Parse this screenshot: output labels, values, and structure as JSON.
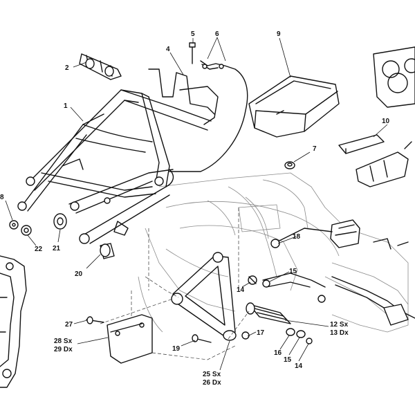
{
  "callouts": [
    {
      "id": "c1",
      "text": "1"
    },
    {
      "id": "c2",
      "text": "2"
    },
    {
      "id": "c4",
      "text": "4"
    },
    {
      "id": "c5",
      "text": "5"
    },
    {
      "id": "c6",
      "text": "6"
    },
    {
      "id": "c7",
      "text": "7"
    },
    {
      "id": "c8",
      "text": "8"
    },
    {
      "id": "c9",
      "text": "9"
    },
    {
      "id": "c10",
      "text": "10"
    },
    {
      "id": "c12",
      "text": "12 Sx"
    },
    {
      "id": "c13",
      "text": "13 Dx"
    },
    {
      "id": "c14a",
      "text": "14"
    },
    {
      "id": "c14b",
      "text": "14"
    },
    {
      "id": "c15a",
      "text": "15"
    },
    {
      "id": "c15b",
      "text": "15"
    },
    {
      "id": "c16",
      "text": "16"
    },
    {
      "id": "c17",
      "text": "17"
    },
    {
      "id": "c18",
      "text": "18"
    },
    {
      "id": "c19",
      "text": "19"
    },
    {
      "id": "c20",
      "text": "20"
    },
    {
      "id": "c21",
      "text": "21"
    },
    {
      "id": "c22",
      "text": "22"
    },
    {
      "id": "c25",
      "text": "25 Sx"
    },
    {
      "id": "c26",
      "text": "26 Dx"
    },
    {
      "id": "c27",
      "text": "27"
    },
    {
      "id": "c28",
      "text": "28 Sx"
    },
    {
      "id": "c29",
      "text": "29 Dx"
    }
  ]
}
